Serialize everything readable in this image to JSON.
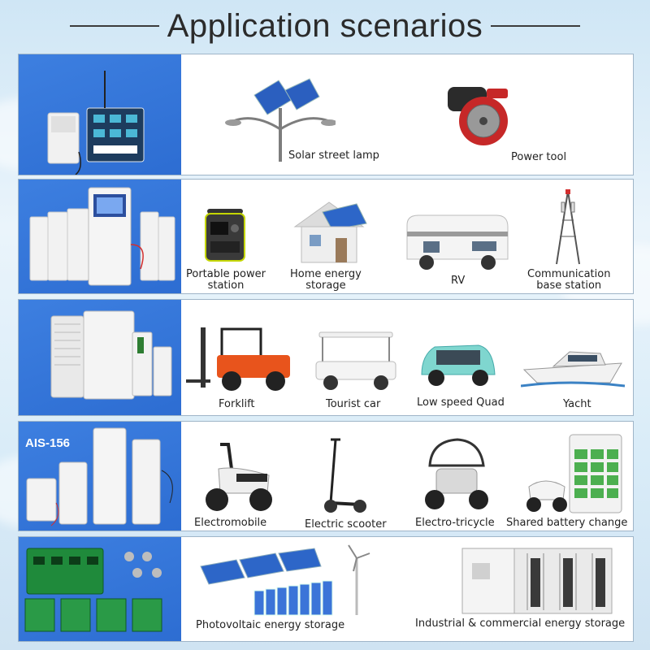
{
  "title": "Application scenarios",
  "rows": [
    {
      "items": [
        "Solar street lamp",
        "Power tool"
      ]
    },
    {
      "items": [
        "Portable power\nstation",
        "Home energy\nstorage",
        "RV",
        "Communication\nbase station"
      ]
    },
    {
      "items": [
        "Forklift",
        "Tourist car",
        "Low speed Quad",
        "Yacht"
      ]
    },
    {
      "label": "AIS-156",
      "items": [
        "Electromobile",
        "Electric scooter",
        "Electro-tricycle",
        "Shared battery change"
      ]
    },
    {
      "items": [
        "Photovoltaic energy storage",
        "Industrial & commercial energy storage"
      ]
    }
  ],
  "colors": {
    "panel_blue": "#2f70d6",
    "title": "#2b2b2b"
  }
}
